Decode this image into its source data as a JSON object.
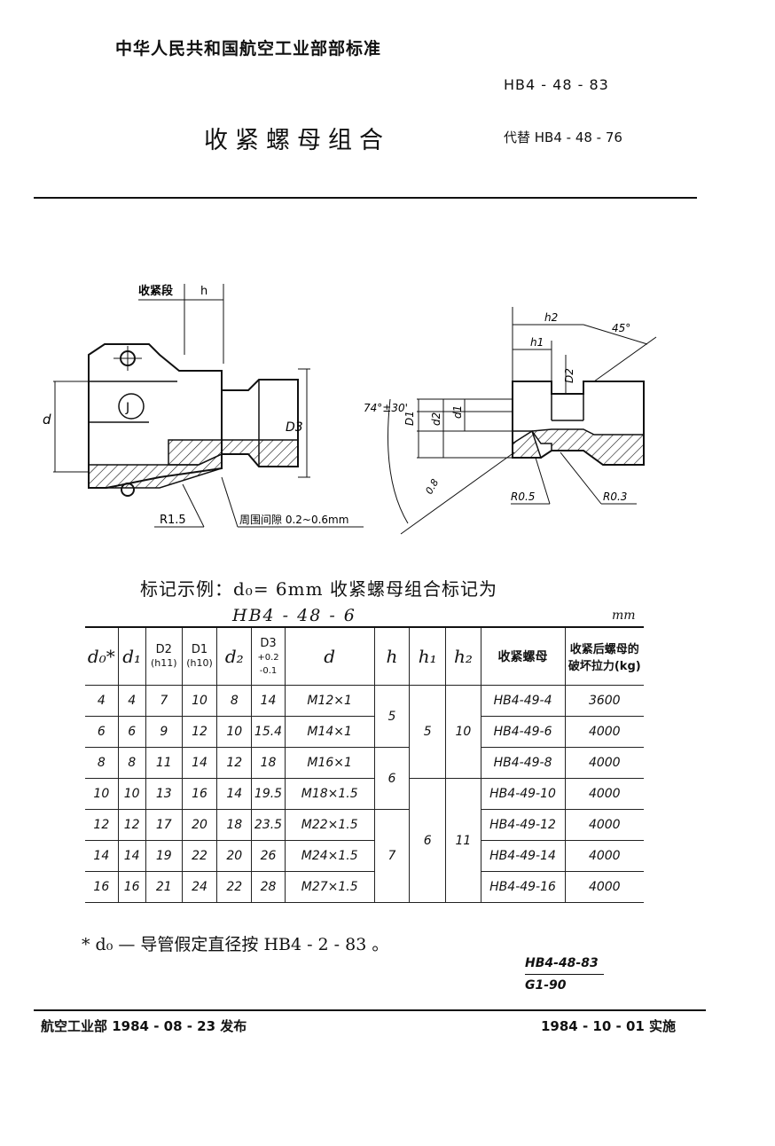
{
  "header": {
    "organization": "中华人民共和国航空工业部部标准",
    "standard_number": "HB4 - 48 - 83",
    "title": "收紧螺母组合",
    "replaces": "代替 HB4 - 48 - 76"
  },
  "drawing_left": {
    "label_tighten_section": "收紧段",
    "label_h": "h",
    "label_d": "d",
    "label_D3": "D3",
    "label_J": "J",
    "label_R15": "R1.5",
    "label_clearance": "周围间隙 0.2~0.6mm"
  },
  "drawing_right": {
    "label_h2": "h2",
    "label_h1": "h1",
    "label_45": "45°",
    "label_D2": "D2",
    "label_74": "74°±30'",
    "label_D1": "D1",
    "label_d2": "d2",
    "label_d1": "d1",
    "label_08": "0.8",
    "label_R05": "R0.5",
    "label_R03": "R0.3"
  },
  "marking_example": {
    "text": "标记示例：d₀= 6mm 收紧螺母组合标记为",
    "code": "HB4 - 48 - 6",
    "unit": "mm"
  },
  "table": {
    "headers": {
      "d0": "d₀*",
      "d1": "d₁",
      "D2": "D2",
      "D2_tol": "(h11)",
      "D1": "D1",
      "D1_tol": "(h10)",
      "d2": "d₂",
      "D3": "D3",
      "D3_tol_plus": "+0.2",
      "D3_tol_minus": "-0.1",
      "d": "d",
      "h": "h",
      "h1": "h₁",
      "h2": "h₂",
      "nut": "收紧螺母",
      "force_l1": "收紧后螺母的",
      "force_l2": "破坏拉力(kg)"
    },
    "rows": [
      {
        "d0": "4",
        "d1": "4",
        "D2": "7",
        "D1": "10",
        "d2": "8",
        "D3": "14",
        "d": "M12×1",
        "nut": "HB4-49-4",
        "force": "3600"
      },
      {
        "d0": "6",
        "d1": "6",
        "D2": "9",
        "D1": "12",
        "d2": "10",
        "D3": "15.4",
        "d": "M14×1",
        "nut": "HB4-49-6",
        "force": "4000"
      },
      {
        "d0": "8",
        "d1": "8",
        "D2": "11",
        "D1": "14",
        "d2": "12",
        "D3": "18",
        "d": "M16×1",
        "nut": "HB4-49-8",
        "force": "4000"
      },
      {
        "d0": "10",
        "d1": "10",
        "D2": "13",
        "D1": "16",
        "d2": "14",
        "D3": "19.5",
        "d": "M18×1.5",
        "nut": "HB4-49-10",
        "force": "4000"
      },
      {
        "d0": "12",
        "d1": "12",
        "D2": "17",
        "D1": "20",
        "d2": "18",
        "D3": "23.5",
        "d": "M22×1.5",
        "nut": "HB4-49-12",
        "force": "4000"
      },
      {
        "d0": "14",
        "d1": "14",
        "D2": "19",
        "D1": "22",
        "d2": "20",
        "D3": "26",
        "d": "M24×1.5",
        "nut": "HB4-49-14",
        "force": "4000"
      },
      {
        "d0": "16",
        "d1": "16",
        "D2": "21",
        "D1": "24",
        "d2": "22",
        "D3": "28",
        "d": "M27×1.5",
        "nut": "HB4-49-16",
        "force": "4000"
      }
    ],
    "merged": {
      "h_a": "5",
      "h_b": "6",
      "h_c": "7",
      "h1_a": "5",
      "h1_b": "6",
      "h2_a": "10",
      "h2_b": "11"
    }
  },
  "footnote": "* d₀ — 导管假定直径按 HB4 - 2 - 83 。",
  "handwritten_note": {
    "line1": "HB4-48-83",
    "line2": "G1-90"
  },
  "footer": {
    "issued": "航空工业部 1984 - 08 - 23  发布",
    "effective": "1984 - 10 - 01  实施"
  }
}
